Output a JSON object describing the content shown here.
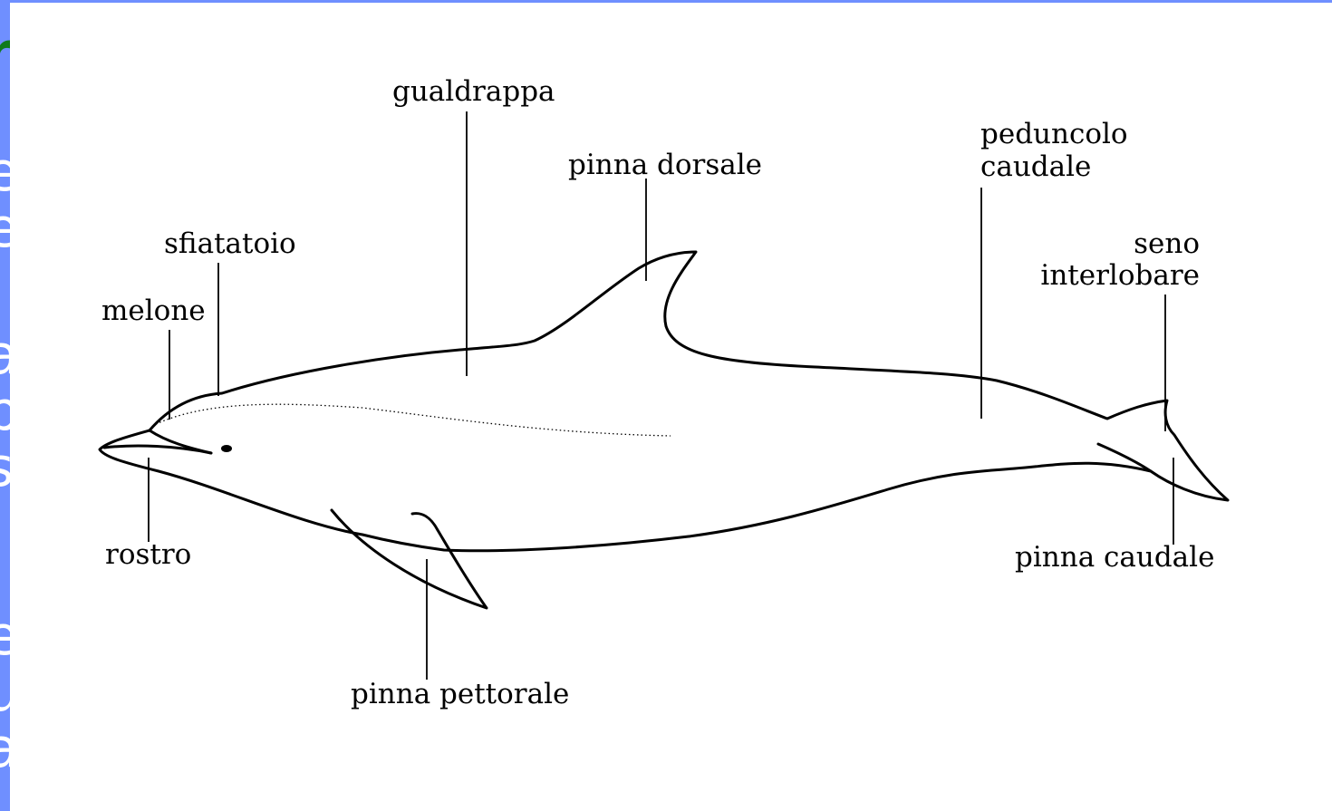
{
  "edge_characters": [
    {
      "char": "r",
      "green": true
    },
    {
      "char": "e",
      "green": false
    },
    {
      "char": "e",
      "green": false
    },
    {
      "char": "a",
      "green": false
    },
    {
      "char": "p",
      "green": false
    },
    {
      "char": "s",
      "green": false
    },
    {
      "char": "i",
      "green": true
    },
    {
      "char": "e",
      "green": false
    },
    {
      "char": "u",
      "green": false
    },
    {
      "char": "a",
      "green": false
    }
  ],
  "colors": {
    "slide_background": "#6f8fff",
    "panel": "#ffffff",
    "ink": "#000000",
    "edge_green": "#0f7a1c"
  },
  "diagram": {
    "subject": "dolphin-side-view",
    "labels": {
      "gualdrappa": "gualdrappa",
      "pinna_dorsale": "pinna dorsale",
      "peduncolo_line1": "peduncolo",
      "peduncolo_line2": "caudale",
      "sfiatatoio": "sfiatatoio",
      "seno_line1": "seno",
      "seno_line2": "interlobare",
      "melone": "melone",
      "rostro": "rostro",
      "pinna_caudale": "pinna caudale",
      "pinna_pettorale": "pinna pettorale"
    }
  }
}
